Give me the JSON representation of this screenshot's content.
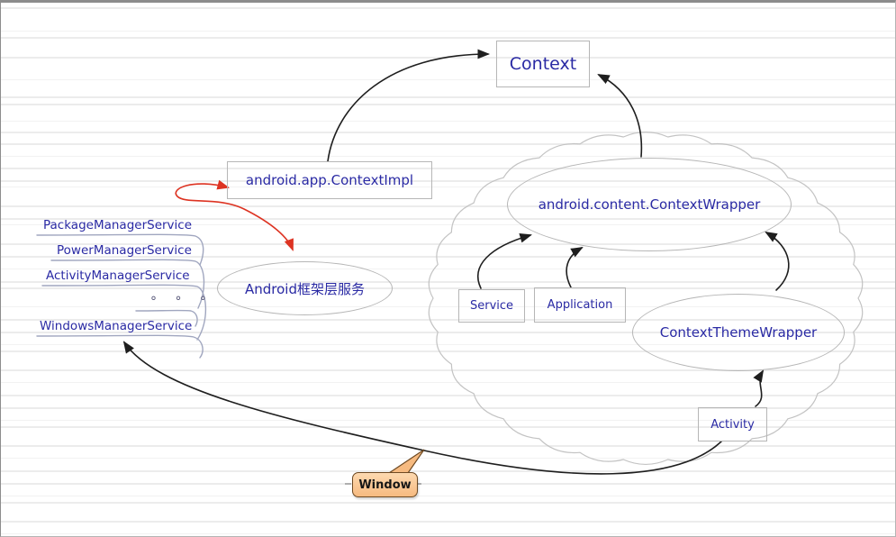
{
  "nodes": {
    "context": "Context",
    "context_impl": "android.app.ContextImpl",
    "framework_services": "Android框架层服务",
    "context_wrapper": "android.content.ContextWrapper",
    "service": "Service",
    "application": "Application",
    "context_theme_wrapper": "ContextThemeWrapper",
    "activity": "Activity",
    "window": "Window"
  },
  "services": [
    "PackageManagerService",
    "PowerManagerService",
    "ActivityManagerService",
    "WindowsManagerService"
  ],
  "ellipsis_dots": "° ° °",
  "colors": {
    "node_text": "#2a2aa4",
    "arrow": "#1e1e1e",
    "red_arrow": "#dd3322",
    "shape_border": "#b6b6b6",
    "underline": "#a0a6bf",
    "ruled_line": "#ececec",
    "callout_fill_top": "#fdd9b0",
    "callout_fill_bottom": "#f6ba80",
    "callout_border": "#6e4a23",
    "callout_text": "#161616"
  }
}
